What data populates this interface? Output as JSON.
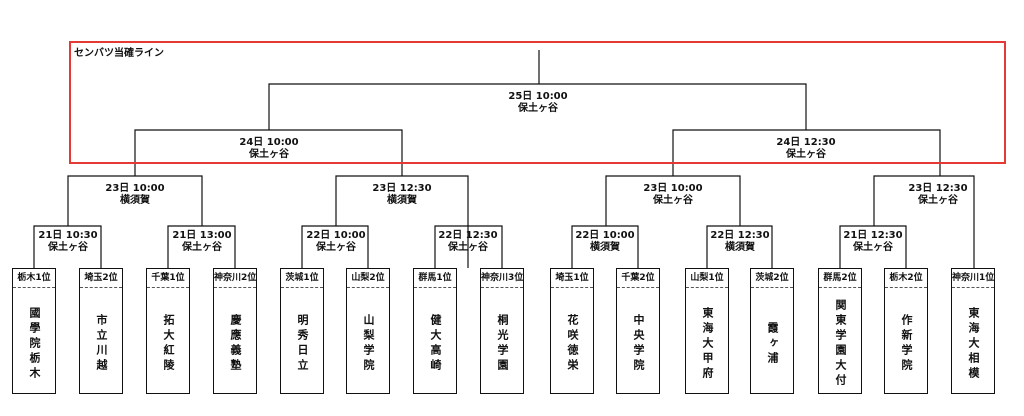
{
  "highlight_label": "センバツ当確ライン",
  "matches": {
    "final": {
      "date": "25日 10:00",
      "venue": "保土ヶ谷"
    },
    "sf_left": {
      "date": "24日 10:00",
      "venue": "保土ヶ谷"
    },
    "sf_right": {
      "date": "24日 12:30",
      "venue": "保土ヶ谷"
    },
    "qf1": {
      "date": "23日 10:00",
      "venue": "横須賀"
    },
    "qf2": {
      "date": "23日 12:30",
      "venue": "横須賀"
    },
    "qf3": {
      "date": "23日 10:00",
      "venue": "保土ヶ谷"
    },
    "qf4": {
      "date": "23日 12:30",
      "venue": "保土ヶ谷"
    },
    "r2_1": {
      "date": "21日 10:30",
      "venue": "保土ヶ谷"
    },
    "r2_2": {
      "date": "21日 13:00",
      "venue": "保土ヶ谷"
    },
    "r2_3": {
      "date": "22日 10:00",
      "venue": "保土ヶ谷"
    },
    "r2_4": {
      "date": "22日 12:30",
      "venue": "保土ヶ谷"
    },
    "r2_5": {
      "date": "22日 10:00",
      "venue": "横須賀"
    },
    "r2_6": {
      "date": "22日 12:30",
      "venue": "横須賀"
    },
    "r2_7": {
      "date": "21日 12:30",
      "venue": "保土ヶ谷"
    }
  },
  "teams": [
    {
      "pref": "栃木1位",
      "name": "國學院栃木"
    },
    {
      "pref": "埼玉2位",
      "name": "市立川越"
    },
    {
      "pref": "千葉1位",
      "name": "拓大紅陵"
    },
    {
      "pref": "神奈川2位",
      "name": "慶應義塾"
    },
    {
      "pref": "茨城1位",
      "name": "明秀日立"
    },
    {
      "pref": "山梨2位",
      "name": "山梨学院"
    },
    {
      "pref": "群馬1位",
      "name": "健大高崎"
    },
    {
      "pref": "神奈川3位",
      "name": "桐光学園"
    },
    {
      "pref": "埼玉1位",
      "name": "花咲徳栄"
    },
    {
      "pref": "千葉2位",
      "name": "中央学院"
    },
    {
      "pref": "山梨1位",
      "name": "東海大甲府"
    },
    {
      "pref": "茨城2位",
      "name": "霞ヶ浦"
    },
    {
      "pref": "群馬2位",
      "name": "関東学園大付"
    },
    {
      "pref": "栃木2位",
      "name": "作新学院"
    },
    {
      "pref": "神奈川1位",
      "name": "東海大相模"
    }
  ]
}
